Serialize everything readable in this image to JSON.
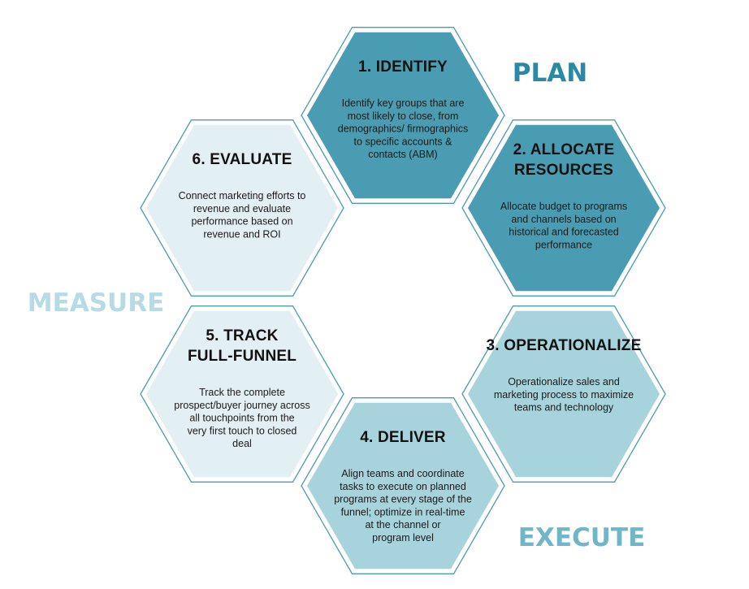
{
  "colors": {
    "identify": "#4a9cb2",
    "allocate": "#4a9cb2",
    "operationalize": "#a7d3dd",
    "deliver": "#a7d3dd",
    "track": "#e2eff3",
    "evaluate": "#e2eff3",
    "outline": "#4a9cb2",
    "plan": "#2a8aa3",
    "execute": "#6fb7c8",
    "measure": "#b7dbe4"
  },
  "phases": {
    "plan": "PLAN",
    "execute": "EXECUTE",
    "measure": "MEASURE"
  },
  "steps": [
    {
      "id": "identify",
      "title_lines": [
        "1. IDENTIFY"
      ],
      "desc_lines": [
        "Identify key groups that are",
        "most likely to close, from",
        "demographics/ firmographics",
        "to specific accounts &",
        "contacts (ABM)"
      ]
    },
    {
      "id": "allocate",
      "title_lines": [
        "2. ALLOCATE",
        "RESOURCES"
      ],
      "desc_lines": [
        "Allocate budget to programs",
        "and channels based on",
        "historical and forecasted",
        "performance"
      ]
    },
    {
      "id": "operationalize",
      "title_lines": [
        "3. OPERATIONALIZE"
      ],
      "desc_lines": [
        "Operationalize sales and",
        "marketing process to maximize",
        "teams and technology"
      ]
    },
    {
      "id": "deliver",
      "title_lines": [
        "4. DELIVER"
      ],
      "desc_lines": [
        "Align teams and coordinate",
        "tasks to execute on planned",
        "programs at every stage of the",
        "funnel; optimize in real-time",
        "at the channel or",
        "program level"
      ]
    },
    {
      "id": "track",
      "title_lines": [
        "5. TRACK",
        "FULL-FUNNEL"
      ],
      "desc_lines": [
        "Track the complete",
        "prospect/buyer journey across",
        "all touchpoints from the",
        "very first touch to closed",
        "deal"
      ]
    },
    {
      "id": "evaluate",
      "title_lines": [
        "6. EVALUATE"
      ],
      "desc_lines": [
        "Connect marketing efforts to",
        "revenue and evaluate",
        "performance based on",
        "revenue and ROI"
      ]
    }
  ]
}
